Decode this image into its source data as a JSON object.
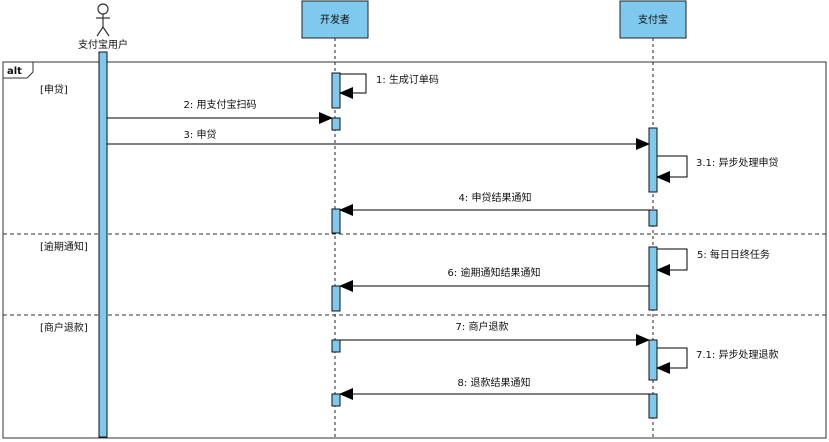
{
  "frame": {
    "label": "alt"
  },
  "participants": {
    "user": "支付宝用户",
    "dev": "开发者",
    "alipay": "支付宝"
  },
  "guards": [
    "[申贷]",
    "[逾期通知]",
    "[商户退款]"
  ],
  "messages": [
    "1: 生成订单码",
    "2: 用支付宝扫码",
    "3: 申贷",
    "3.1: 异步处理申贷",
    "4: 申贷结果通知",
    "5: 每日日终任务",
    "6: 逾期通知结果通知",
    "7: 商户退款",
    "7.1: 异步处理退款",
    "8: 退款结果通知"
  ],
  "colors": {
    "activation": "#7fc9ee",
    "line": "#222222"
  }
}
